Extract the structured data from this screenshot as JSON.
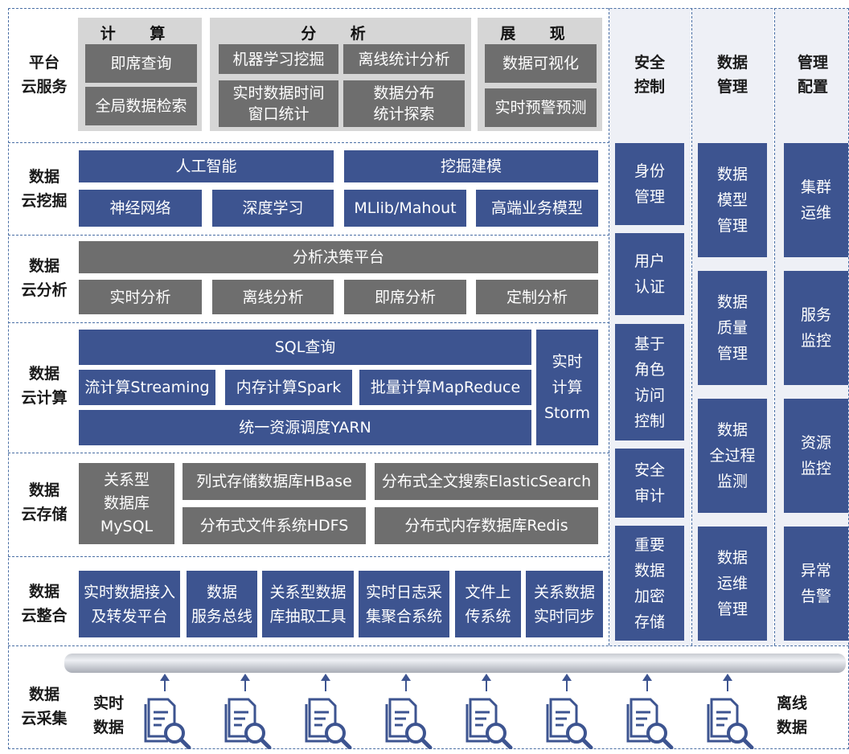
{
  "layers": {
    "platform": "平台\n云服务",
    "mining": "数据\n云挖掘",
    "analysis": "数据\n云分析",
    "compute": "数据\n云计算",
    "storage": "数据\n云存储",
    "integration": "数据\n云整合",
    "collection": "数据\n云采集"
  },
  "platform": {
    "compute": {
      "header": "计 算",
      "items": [
        "即席查询",
        "全局数据检索"
      ]
    },
    "analysis": {
      "header": "分 析",
      "items": [
        "机器学习挖掘",
        "离线统计分析",
        "实时数据时间\n窗口统计",
        "数据分布\n统计探索"
      ]
    },
    "display": {
      "header": "展 现",
      "items": [
        "数据可视化",
        "实时预警预测"
      ]
    }
  },
  "mining": {
    "top": [
      "人工智能",
      "挖掘建模"
    ],
    "bottom": [
      "神经网络",
      "深度学习",
      "MLlib/Mahout",
      "高端业务模型"
    ]
  },
  "analysis": {
    "top": "分析决策平台",
    "bottom": [
      "实时分析",
      "离线分析",
      "即席分析",
      "定制分析"
    ]
  },
  "compute": {
    "sql": "SQL查询",
    "engines": [
      "流计算Streaming",
      "内存计算Spark",
      "批量计算MapReduce"
    ],
    "yarn": "统一资源调度YARN",
    "storm": "实时\n计算\nStorm"
  },
  "storage": {
    "mysql": "关系型\n数据库\nMySQL",
    "items": [
      "列式存储数据库HBase",
      "分布式全文搜索ElasticSearch",
      "分布式文件系统HDFS",
      "分布式内存数据库Redis"
    ]
  },
  "integration": {
    "items": [
      "实时数据接入\n及转发平台",
      "数据\n服务总线",
      "关系型数据\n库抽取工具",
      "实时日志采\n集聚合系统",
      "文件上\n传系统",
      "关系数据\n实时同步"
    ]
  },
  "collection": {
    "left": "实时\n数据",
    "right": "离线\n数据",
    "icon": "document-search-icon",
    "icon_count": 8
  },
  "columns": {
    "security": {
      "title": "安全\n控制",
      "items": [
        "身份\n管理",
        "用户\n认证",
        "基于\n角色\n访问\n控制",
        "安全\n审计",
        "重要\n数据\n加密\n存储"
      ]
    },
    "data_mgmt": {
      "title": "数据\n管理",
      "items": [
        "数据\n模型\n管理",
        "数据\n质量\n管理",
        "数据\n全过程\n监测",
        "数据\n运维\n管理"
      ]
    },
    "config": {
      "title": "管理\n配置",
      "items": [
        "集群\n运维",
        "服务\n监控",
        "资源\n监控",
        "异常\n告警"
      ]
    }
  },
  "colors": {
    "blue": "#3d5490",
    "gray": "#6e6e6e",
    "light_gray": "#d6d6d6",
    "dash": "#4a6fa5"
  }
}
